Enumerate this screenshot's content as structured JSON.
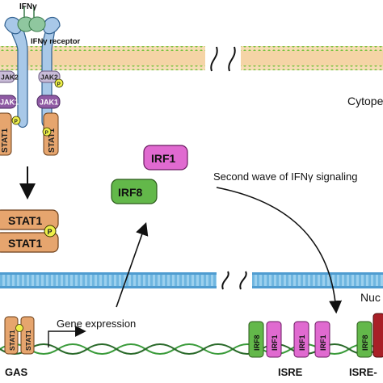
{
  "ligand": "IFNγ",
  "receptor_label": "IFNγ receptor",
  "jak2": "JAK2",
  "jak1": "JAK1",
  "stat1": "STAT1",
  "phospho": "P",
  "cytoplasm_label": "Cytope",
  "nucleus_label": "Nuc",
  "second_wave": "Second wave of IFNγ signaling",
  "irf1": "IRF1",
  "irf8": "IRF8",
  "gene_expression": "Gene expression",
  "gas": "GAS",
  "isre": "ISRE",
  "isre2": "ISRE-",
  "colors": {
    "membrane_fill": "#f7dcb4",
    "membrane_dot": "#7cc242",
    "nuclear_membrane": "#6fb6e0",
    "receptor": "#a8c8e8",
    "ligand": "#8fc79f",
    "jak2": "#c9bcd8",
    "jak1": "#8f5aa3",
    "stat": "#e6a56e",
    "phospho": "#eef04a",
    "irf1": "#e06ad0",
    "irf8": "#63b84a",
    "dna": "#3a9b3a",
    "red_factor": "#a82027"
  }
}
